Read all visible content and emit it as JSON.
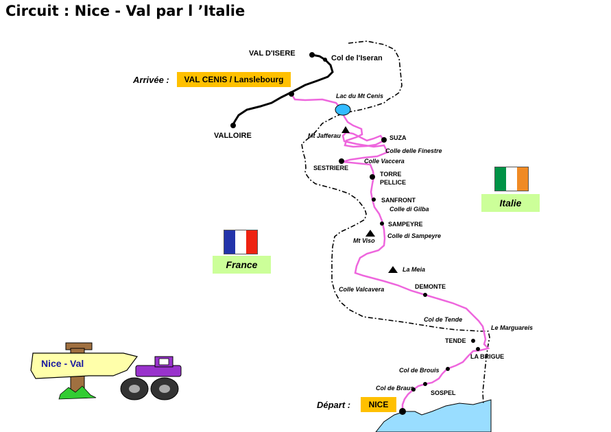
{
  "title": "Circuit : Nice - Val par l ’Italie",
  "colors": {
    "route_france": "#000000",
    "route_italy": "#ee66dd",
    "border": "#000000",
    "sea": "#99ddff",
    "lake": "#33bbff",
    "label_box": "#ffc000",
    "country_box": "#ccff99",
    "sign_text": "#1a1aa0"
  },
  "arrival": {
    "prefix": "Arrivée :",
    "label": "VAL CENIS  / Lanslebourg"
  },
  "departure": {
    "prefix": "Départ :",
    "label": "NICE"
  },
  "countries": [
    {
      "name": "Italie",
      "flag": [
        "#009246",
        "#ffffff",
        "#f08a24"
      ]
    },
    {
      "name": "France",
      "flag": [
        "#2233aa",
        "#ffffff",
        "#ee2211"
      ]
    }
  ],
  "places": {
    "val_disere": "VAL D'ISERE",
    "col_iseran": "Col de l'Iseran",
    "valloire": "VALLOIRE",
    "lac_mt_cenis": "Lac du Mt Cenis",
    "mt_jafferau": "Mt Jafferau",
    "suza": "SUZA",
    "colle_finestre": "Colle delle Finestre",
    "colle_vaccera": "Colle Vaccera",
    "sestriere": "SESTRIERE",
    "torre_pellice_1": "TORRE",
    "torre_pellice_2": "PELLICE",
    "sanfront": "SANFRONT",
    "colle_gilba": "Colle  di Gilba",
    "sampeyre": "SAMPEYRE",
    "mt_viso": "Mt Viso",
    "colle_sampeyre": "Colle  di Sampeyre",
    "la_meia": "La Meia",
    "demonte": "DEMONTE",
    "colle_valcavera": "Colle  Valcavera",
    "col_tende": "Col  de Tende",
    "le_marguareis": "Le Marguareis",
    "tende": "TENDE",
    "la_brigue": "LA BRIGUE",
    "col_brouis": "Col  de Brouis",
    "col_braus": "Col  de Braus",
    "sospel": "SOSPEL"
  },
  "signpost": {
    "text": "Nice - Val",
    "icons": [
      "signpost-icon",
      "monster-truck-icon"
    ]
  }
}
